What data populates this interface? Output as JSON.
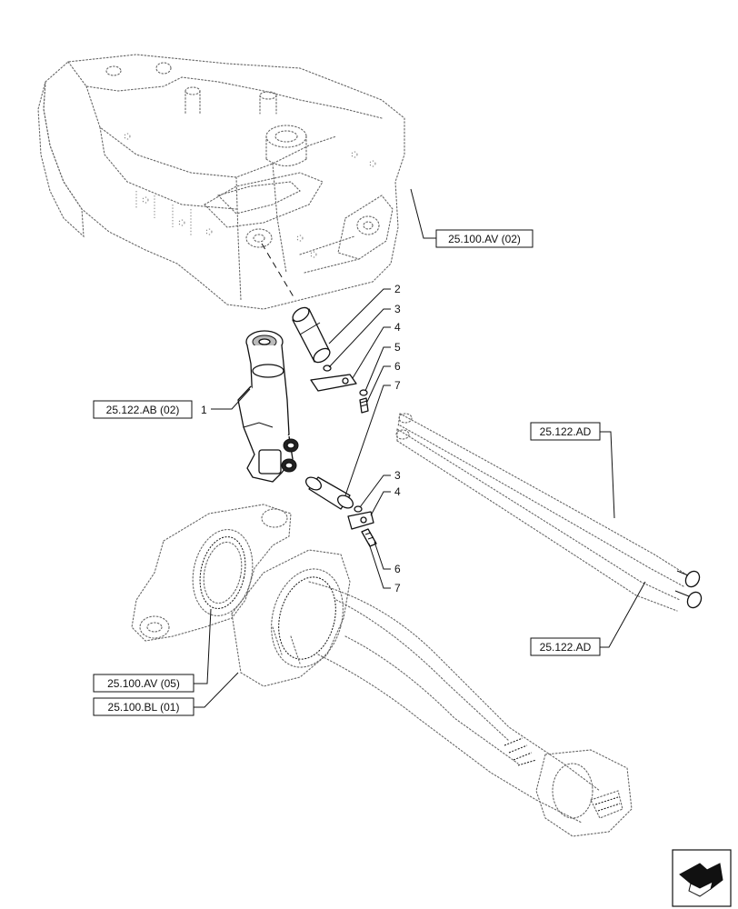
{
  "references": {
    "frame_top": "25.100.AV (02)",
    "cylinder": "25.122.AB (02)",
    "hose_upper": "25.122.AD",
    "hose_lower": "25.122.AD",
    "ring_gear": "25.100.AV (05)",
    "axle": "25.100.BL (01)"
  },
  "callouts": {
    "c1": "1",
    "c2": "2",
    "c3a": "3",
    "c4a": "4",
    "c5": "5",
    "c6a": "6",
    "c7a": "7",
    "c3b": "3",
    "c4b": "4",
    "c6b": "6",
    "c7b": "7"
  },
  "icons": {
    "corner": "next-page-arrow-icon"
  }
}
